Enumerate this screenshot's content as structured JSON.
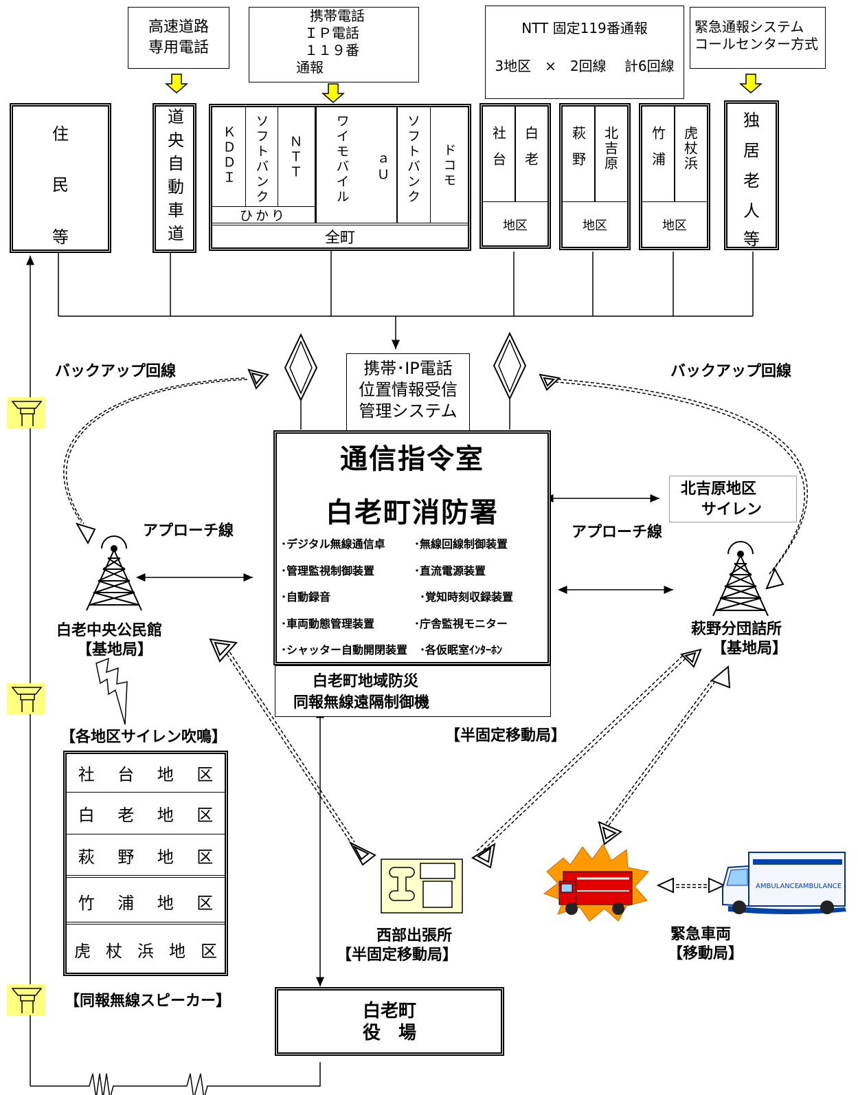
{
  "sources": {
    "expressway": {
      "line1": "高速道路",
      "line2": "専用電話"
    },
    "mobile_ip": {
      "line1": "携帯電話",
      "line2": "ＩＰ電話",
      "line3": "１１９番",
      "line4": "通報"
    },
    "ntt_fixed": {
      "line1": "NTT 固定119番通報",
      "line2": "3地区　×　2回線　 計6回線"
    },
    "emergency_system": {
      "line1": "緊急通報システム",
      "line2": "コールセンター方式"
    }
  },
  "callers": {
    "residents": [
      "住",
      "民",
      "等"
    ],
    "expressway": "道央自動車道",
    "carriers": [
      "ＫＤＤＩ",
      "ソフトバンク",
      "ＮＴＴ",
      "ワイモバイル",
      "ａＵ",
      "ソフトバンク",
      "ドコモ"
    ],
    "hikari": "ひかり",
    "zencho": "全町",
    "districts": [
      {
        "a": "社台",
        "b": "白老",
        "label": "地区"
      },
      {
        "a": "萩野",
        "b": "北吉原",
        "label": "地区"
      },
      {
        "a": "竹浦",
        "b": "虎杖浜",
        "label": "地区"
      }
    ],
    "elderly": [
      "独",
      "居",
      "老",
      "人",
      "等"
    ]
  },
  "location_system": [
    "携帯･IP電話",
    "位置情報受信",
    "管理システム"
  ],
  "backup_left": "バックアップ回線",
  "backup_right": "バックアップ回線",
  "command_room": {
    "title": "通信指令室",
    "subtitle": "白老町消防署",
    "equipment": [
      "･デジタル無線通信卓",
      "･無線回線制御装置",
      "･管理監視制御装置",
      "･直流電源装置",
      "･自動録音",
      "･覚知時刻収録装置",
      "･車両動態管理装置",
      "･庁舎監視モニター",
      "･シャッター自動開閉装置",
      "･各仮眠室ｲﾝﾀｰﾎﾝ"
    ],
    "remote_control": {
      "line1": "白老町地域防災",
      "line2": "同報無線遠隔制御機"
    }
  },
  "siren_kitayoshiwara": {
    "line1": "北吉原地区",
    "line2": "サイレン"
  },
  "approach_left": "アプローチ線",
  "approach_right": "アプローチ線",
  "base_left": {
    "line1": "白老中央公民館",
    "line2": "【基地局】"
  },
  "base_right": {
    "line1": "萩野分団詰所",
    "line2": "【基地局】"
  },
  "semi_fixed": "【半固定移動局】",
  "siren_label": "【各地区サイレン吹鳴】",
  "siren_districts": [
    [
      "社",
      "台",
      "地",
      "区"
    ],
    [
      "白",
      "老",
      "地",
      "区"
    ],
    [
      "萩",
      "野",
      "地",
      "区"
    ],
    [
      "竹",
      "浦",
      "地",
      "区"
    ],
    [
      "虎",
      "杖",
      "浜",
      "地",
      "区"
    ]
  ],
  "speaker_label": "【同報無線スピーカー】",
  "west_office": {
    "line1": "西部出張所",
    "line2": "【半固定移動局】"
  },
  "vehicles": {
    "line1": "緊急車両",
    "line2": "【移動局】"
  },
  "town_hall": {
    "line1": "白老町",
    "line2": "役　場"
  },
  "colors": {
    "arrow_fill": "#ffff00",
    "speaker_fill": "#ffff80",
    "border": "#000000"
  }
}
